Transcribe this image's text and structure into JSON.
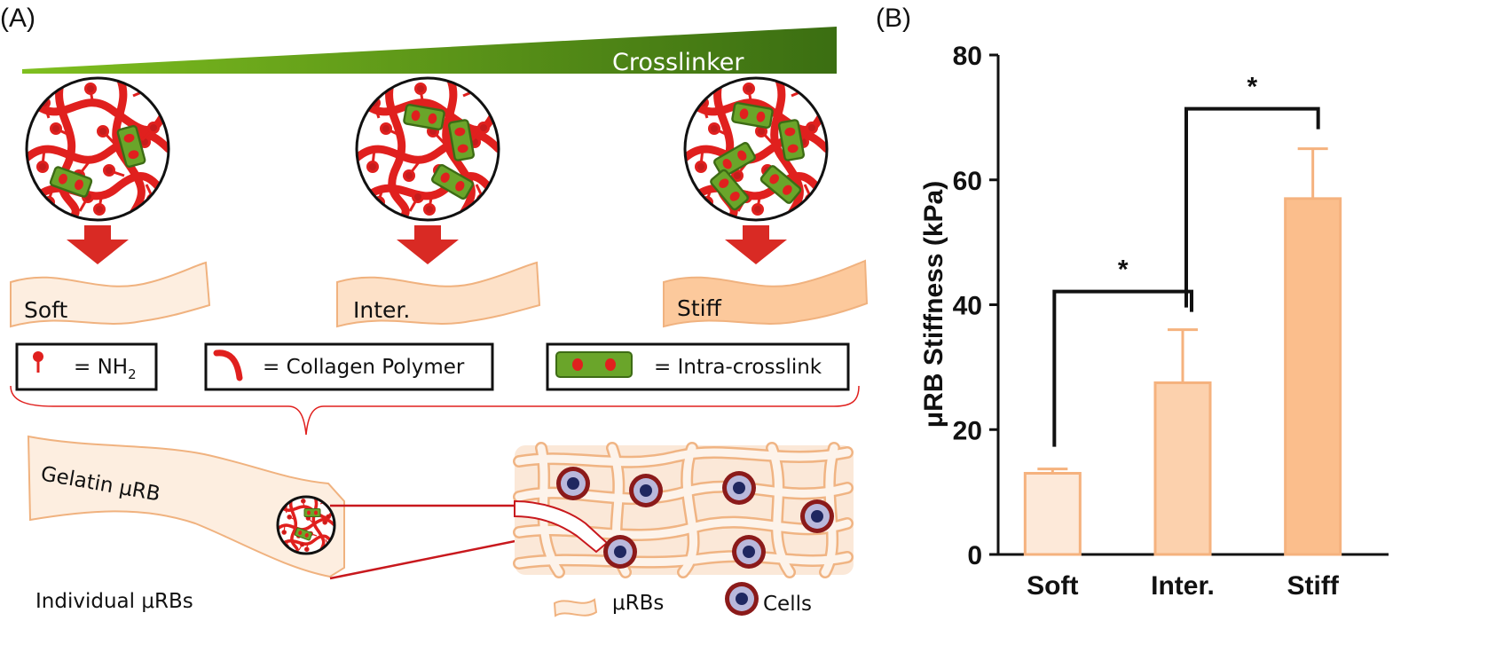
{
  "panel_a": {
    "label": "(A)",
    "gradient_label": "Crosslinker",
    "ribbons": [
      "Soft",
      "Inter.",
      "Stiff"
    ],
    "legend": {
      "nh2_prefix": "= NH",
      "nh2_sub": "2",
      "collagen": "= Collagen Polymer",
      "crosslink": "= Intra-crosslink"
    },
    "gelatin_label": "Gelatin μRB",
    "individual_label": "Individual μRBs",
    "bottom_legend": {
      "murbs": "μRBs",
      "cells": "Cells"
    },
    "colors": {
      "polymer": "#e0201e",
      "crosslink_fill": "#6aa52a",
      "arrow": "#d92a24",
      "ribbon_soft": "#fdeee0",
      "ribbon_inter": "#fde1c8",
      "ribbon_stiff": "#fcc99c",
      "cell_outer": "#8b1a1a",
      "cell_middle": "#b9b8db",
      "cell_nucleus": "#1f2760"
    }
  },
  "panel_b": {
    "label": "(B)",
    "chart_data": {
      "type": "bar",
      "categories": [
        "Soft",
        "Inter.",
        "Stiff"
      ],
      "values": [
        13,
        27.5,
        57
      ],
      "errors": [
        0.7,
        8.5,
        8
      ],
      "ylabel": "μRB Stiffness (kPa)",
      "ylim": [
        0,
        80
      ],
      "yticks": [
        "0",
        "20",
        "40",
        "60",
        "80"
      ],
      "significance": [
        {
          "pair": [
            "Soft",
            "Inter."
          ],
          "label": "*"
        },
        {
          "pair": [
            "Inter.",
            "Stiff"
          ],
          "label": "*"
        }
      ],
      "bar_colors": [
        "#fde9d9",
        "#fcd1ad",
        "#fbbe8c"
      ],
      "bar_edge": "#f5b27e"
    }
  }
}
